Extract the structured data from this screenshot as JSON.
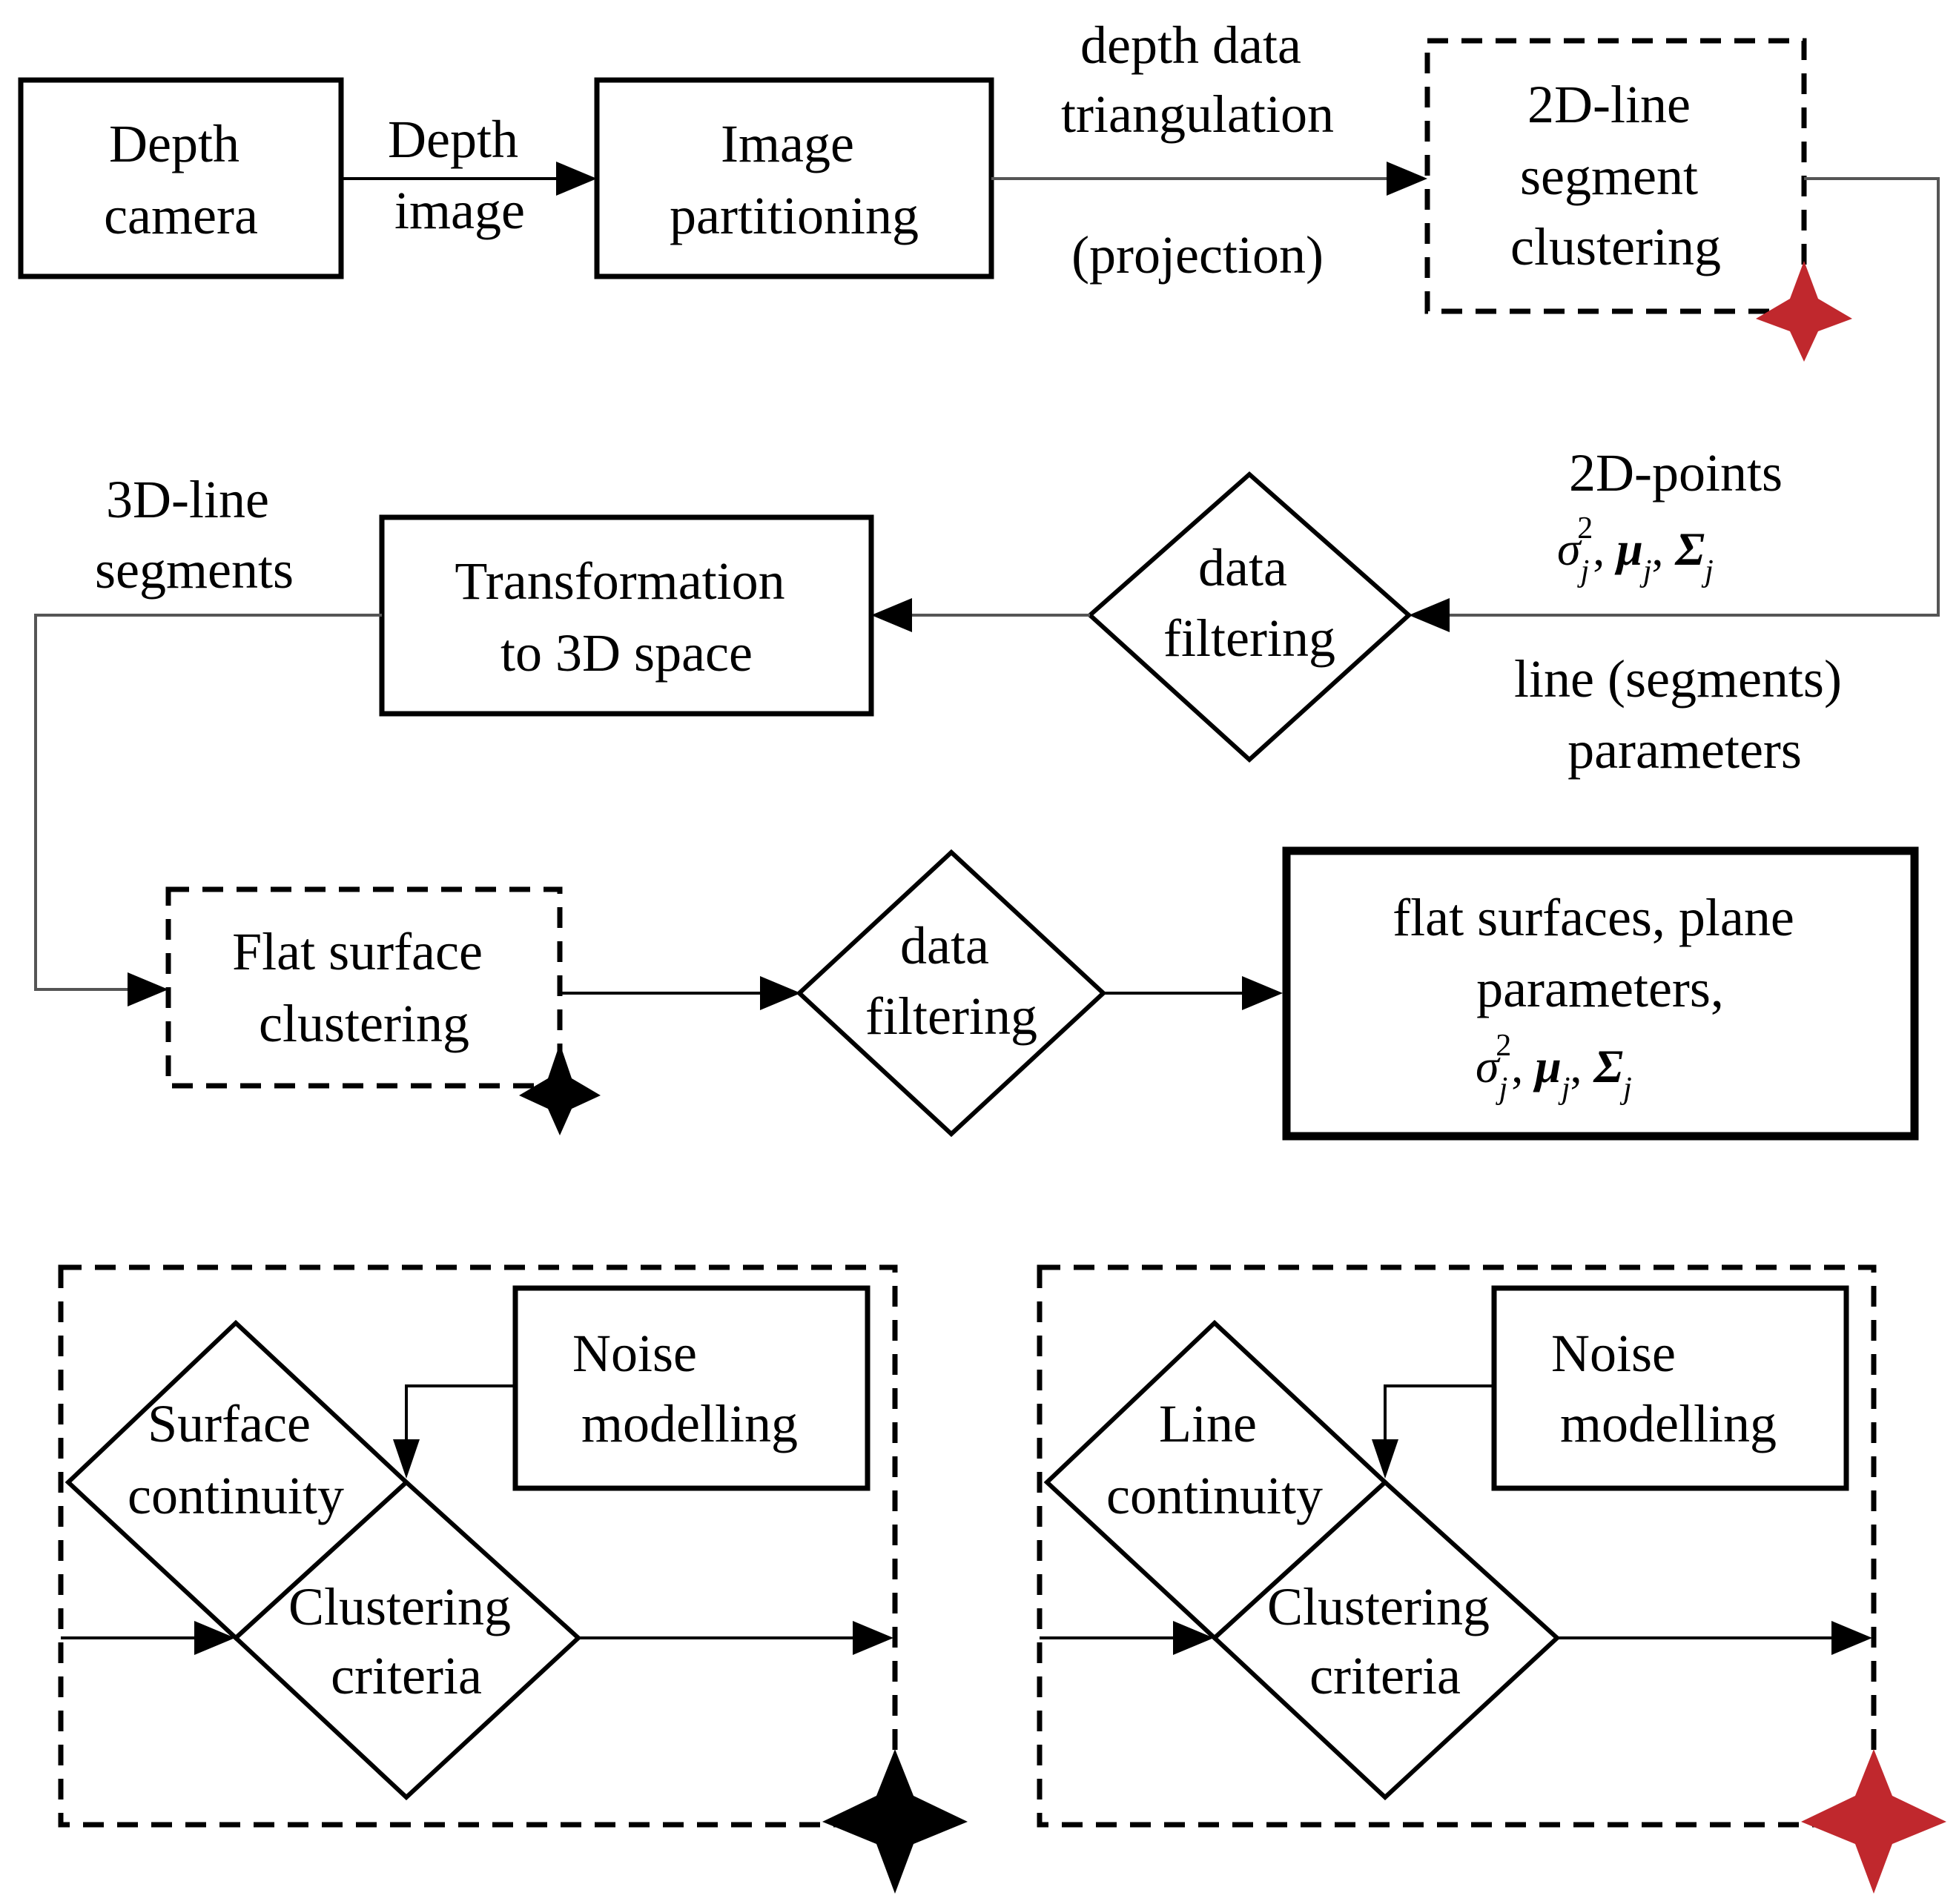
{
  "colors": {
    "red_star": "#c0282d",
    "black_star": "#000000",
    "line": "#555555"
  },
  "nodes": {
    "depth_camera": [
      "Depth",
      "camera"
    ],
    "image_partitioning": [
      "Image",
      "partitioning"
    ],
    "line_clustering": [
      "2D-line",
      "segment",
      "clustering"
    ],
    "transformation": [
      "Transformation",
      "to 3D space"
    ],
    "data_filtering_1": [
      "data",
      "filtering"
    ],
    "flat_surface_clustering": [
      "Flat surface",
      "clustering"
    ],
    "data_filtering_2": [
      "data",
      "filtering"
    ],
    "output": {
      "lines": [
        "flat surfaces, plane",
        "parameters,"
      ],
      "symbols": {
        "sigma": "σ",
        "sub_j": "j",
        "sup_2": "2",
        "mu": "μ",
        "Sigma": "Σ",
        "sep": ","
      }
    }
  },
  "edge_labels": {
    "depth_image": [
      "Depth",
      "image"
    ],
    "triangulation": [
      "depth data",
      "triangulation"
    ],
    "projection": "(projection)",
    "points": "2D-points",
    "line_params": [
      "line (segments)",
      "parameters"
    ],
    "segments_3d": [
      "3D-line",
      "segments"
    ]
  },
  "detail_left": {
    "noise": [
      "Noise",
      "modelling"
    ],
    "continuity": [
      "Surface",
      "continuity"
    ],
    "criteria": [
      "Clustering",
      "criteria"
    ]
  },
  "detail_right": {
    "noise": [
      "Noise",
      "modelling"
    ],
    "continuity": [
      "Line",
      "continuity"
    ],
    "criteria": [
      "Clustering",
      "criteria"
    ]
  }
}
